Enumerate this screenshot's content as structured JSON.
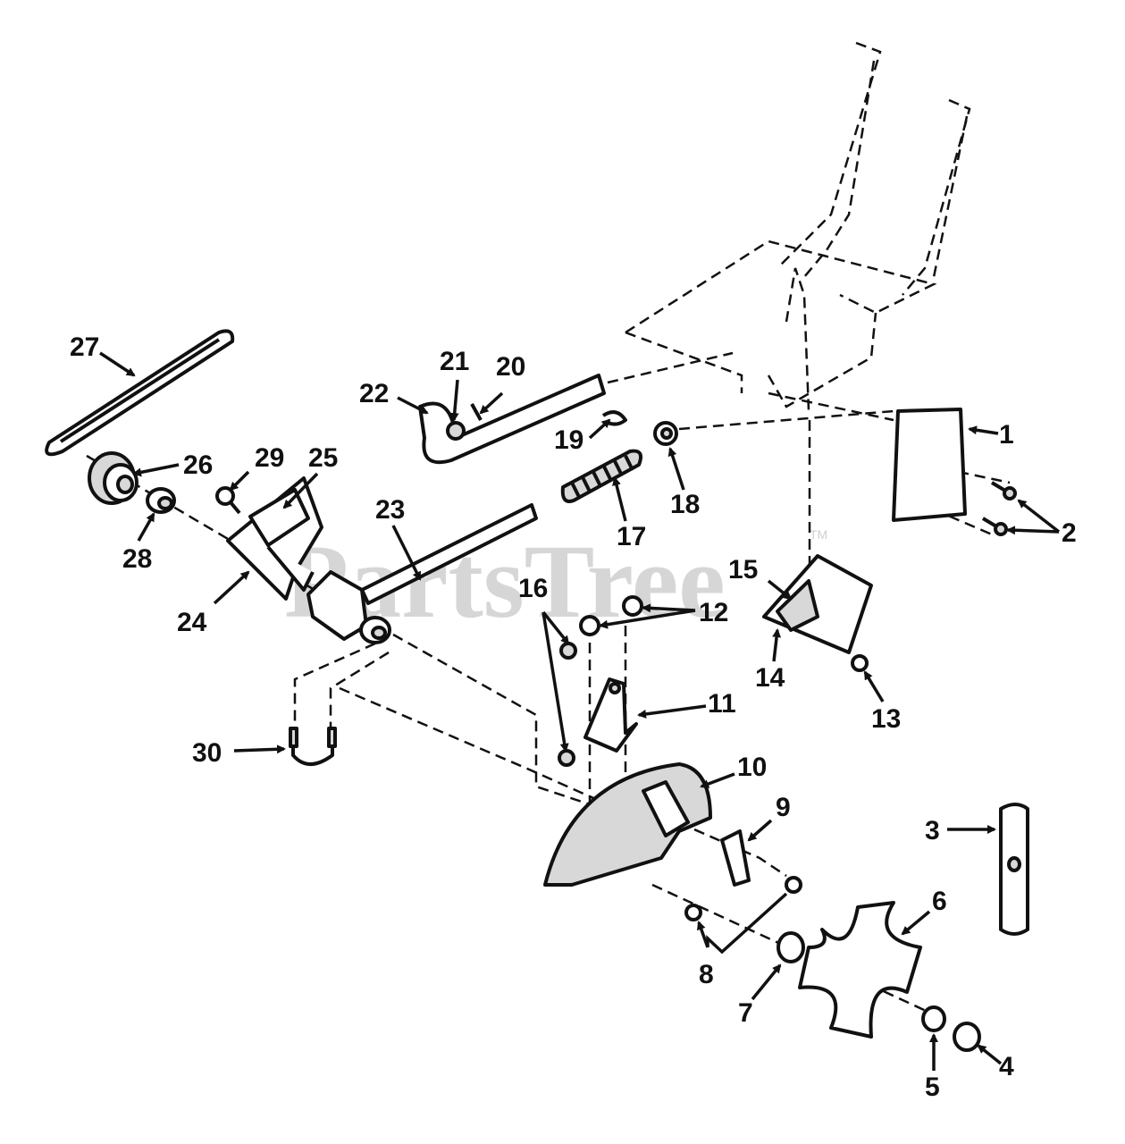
{
  "watermark": {
    "text": "PartsTree",
    "trademark": "TM"
  },
  "callouts": {
    "c1": "1",
    "c2": "2",
    "c3": "3",
    "c4": "4",
    "c5": "5",
    "c6": "6",
    "c7": "7",
    "c8": "8",
    "c9": "9",
    "c10": "10",
    "c11": "11",
    "c12": "12",
    "c13": "13",
    "c14": "14",
    "c15": "15",
    "c16": "16",
    "c17": "17",
    "c18": "18",
    "c19": "19",
    "c20": "20",
    "c21": "21",
    "c22": "22",
    "c23": "23",
    "c24": "24",
    "c25": "25",
    "c26": "26",
    "c27": "27",
    "c28": "28",
    "c29": "29",
    "c30": "30"
  }
}
